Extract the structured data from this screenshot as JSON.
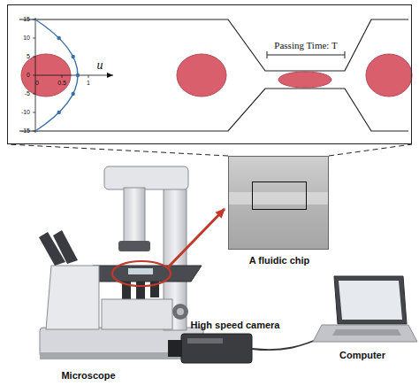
{
  "diagram": {
    "nodes": [
      {
        "text": [
          "Passing Time: T"
        ]
      },
      {
        "text": [
          "A fluidic chip"
        ]
      }
    ],
    "edges": [
      {
        "from": 1,
        "to": 0,
        "arrow": "none"
      }
    ],
    "labels": [
      "15",
      "10",
      "5",
      "0",
      "-5",
      "-10",
      "-15",
      "0",
      "0.5",
      "1",
      "u",
      "Microscope",
      "High speed camera",
      "Computer"
    ]
  }
}
